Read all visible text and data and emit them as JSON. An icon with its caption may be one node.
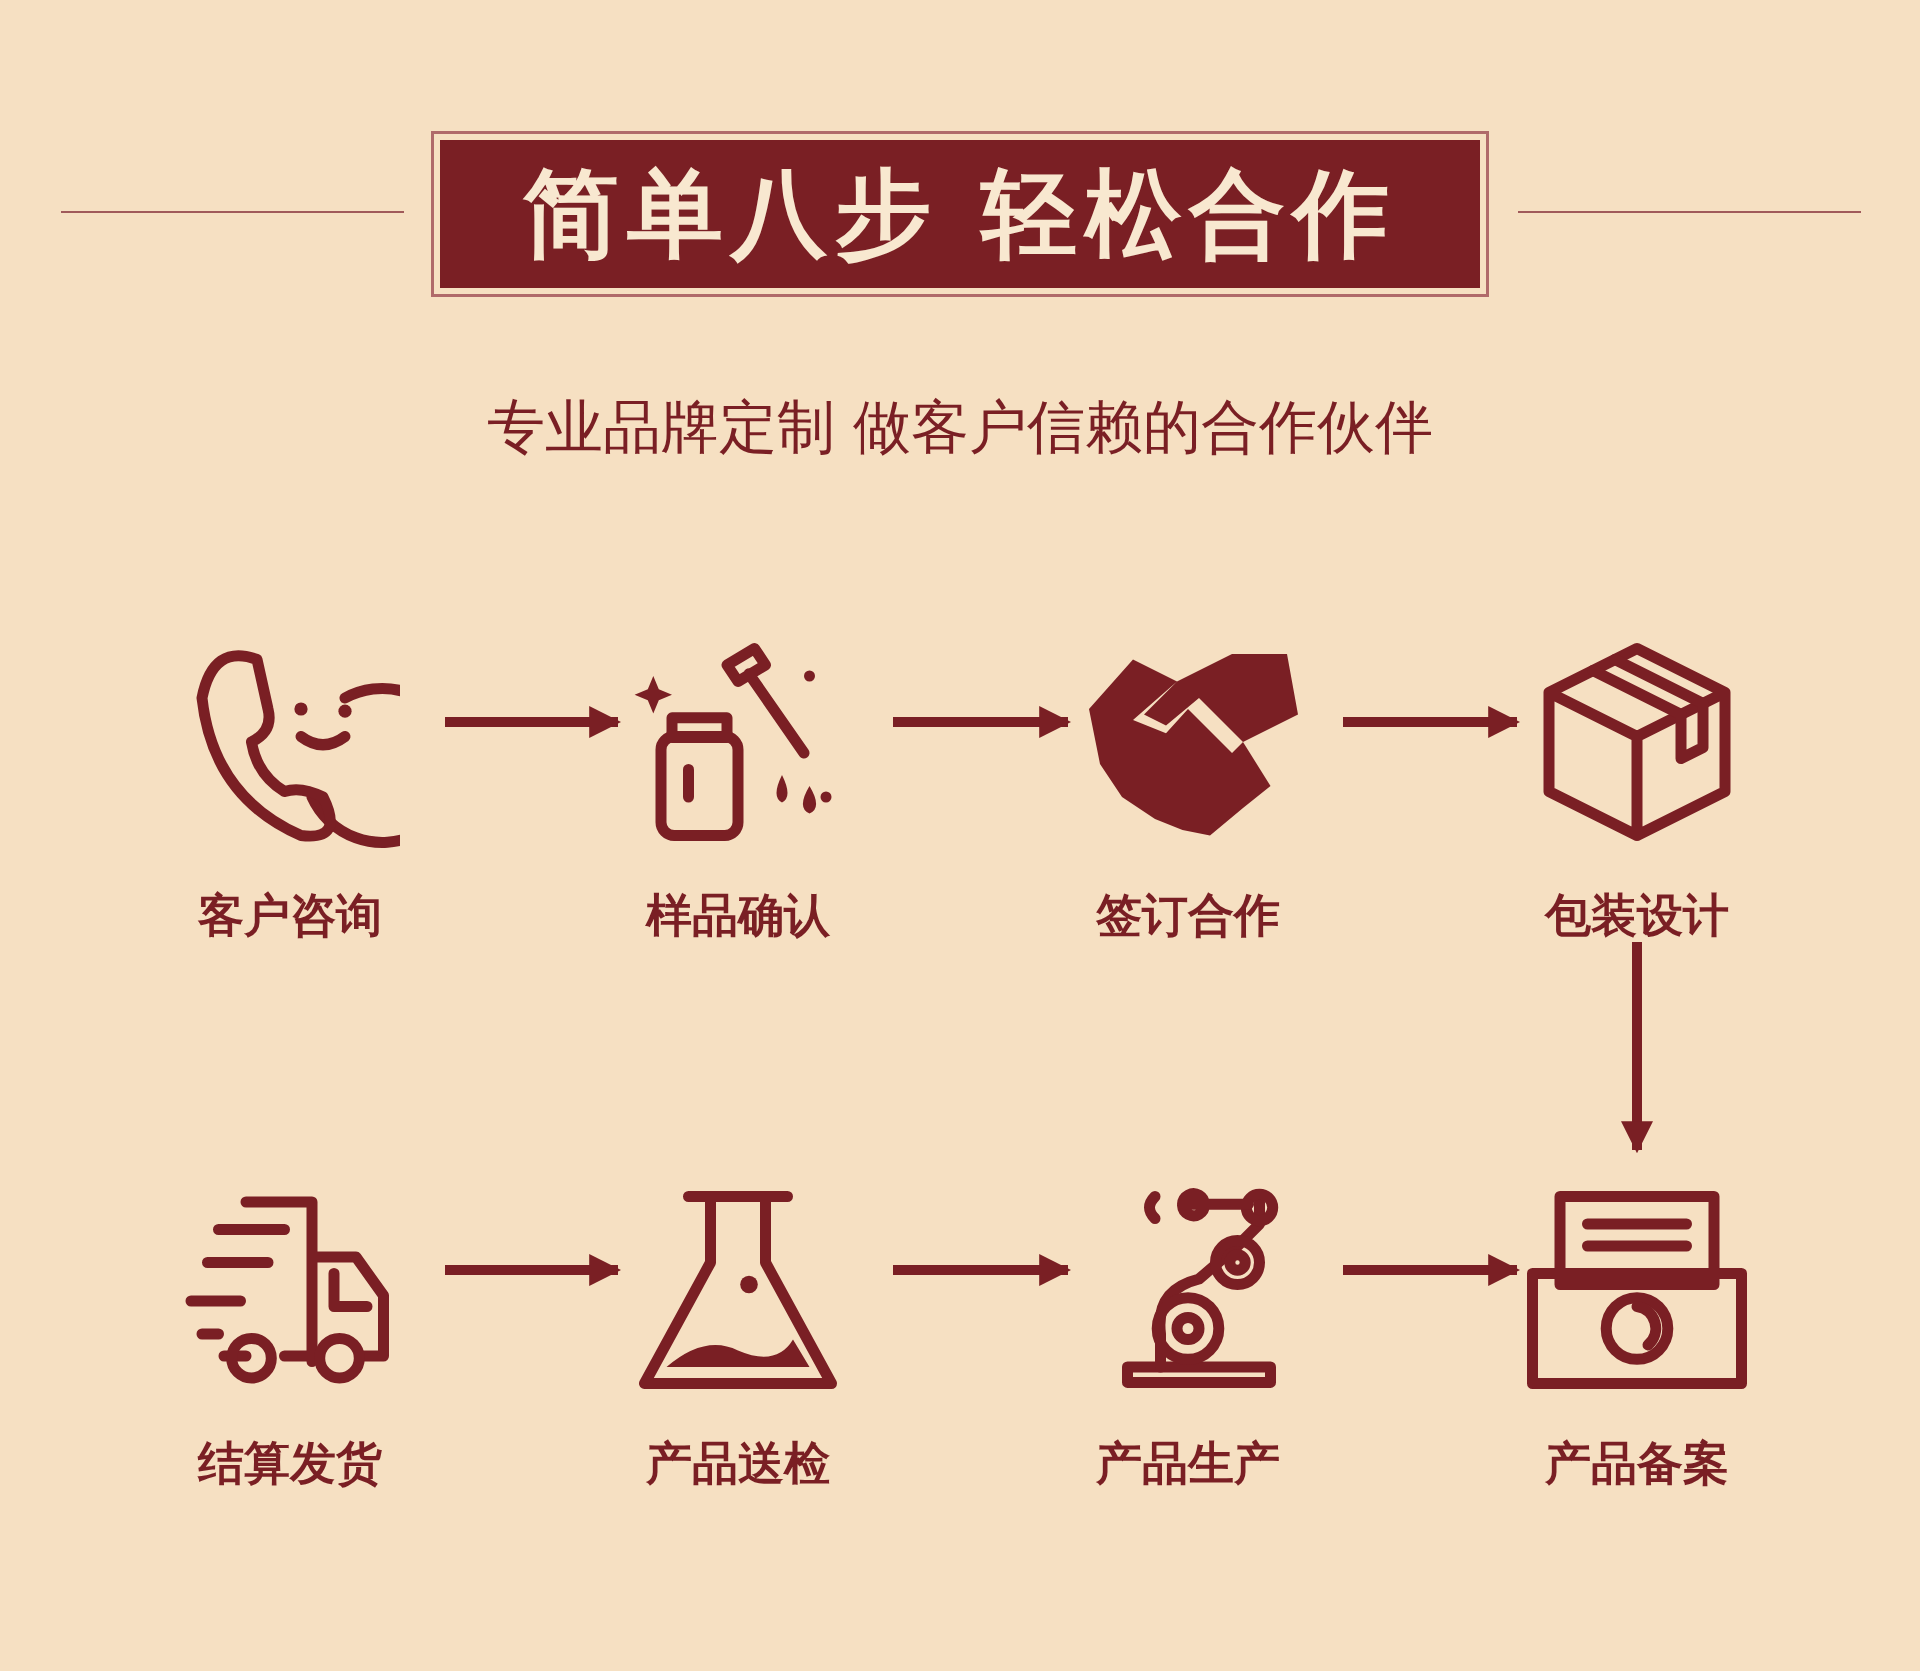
{
  "diagram": {
    "title": "简单八步 轻松合作",
    "nodes": [
      {
        "text": [
          "客户咨询"
        ]
      },
      {
        "text": [
          "样品确认"
        ]
      },
      {
        "text": [
          "签订合作"
        ]
      },
      {
        "text": [
          "包装设计"
        ]
      },
      {
        "text": [
          "结算发货"
        ]
      },
      {
        "text": [
          "产品送检"
        ]
      },
      {
        "text": [
          "产品生产"
        ]
      },
      {
        "text": [
          "产品备案"
        ]
      }
    ],
    "edges": [
      {
        "from": 0,
        "to": 1,
        "arrow": "to"
      },
      {
        "from": 1,
        "to": 2,
        "arrow": "to"
      },
      {
        "from": 2,
        "to": 3,
        "arrow": "to"
      },
      {
        "from": 3,
        "to": 7,
        "arrow": "to"
      },
      {
        "from": 4,
        "to": 5,
        "arrow": "to"
      },
      {
        "from": 5,
        "to": 6,
        "arrow": "to"
      },
      {
        "from": 6,
        "to": 7,
        "arrow": "to"
      }
    ],
    "labels": [
      "专业品牌定制 做客户信赖的合作伙伴"
    ]
  }
}
